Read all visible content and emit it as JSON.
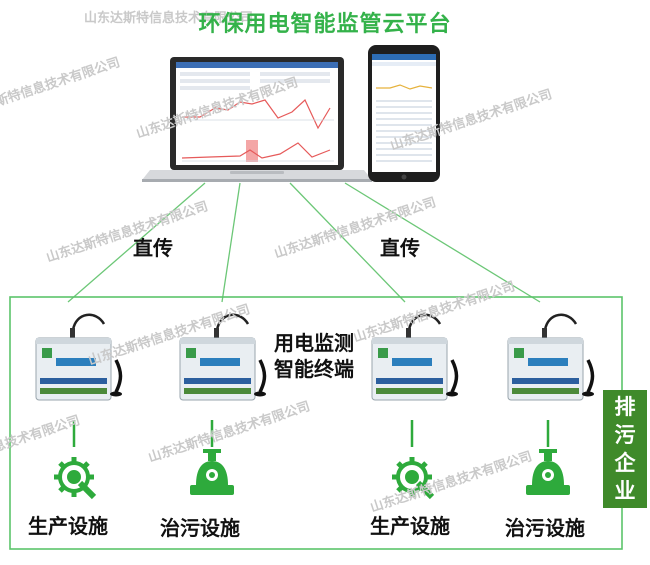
{
  "title": "环保用电智能监管云平台",
  "direct_left": "直传",
  "direct_right": "直传",
  "terminal_line1": "用电监测",
  "terminal_line2": "智能终端",
  "enterprise_chars": [
    "排",
    "污",
    "企",
    "业"
  ],
  "facilities": [
    {
      "label": "生产设施",
      "icon": "gear-wrench-icon"
    },
    {
      "label": "治污设施",
      "icon": "pollution-control-icon"
    },
    {
      "label": "生产设施",
      "icon": "gear-wrench-icon"
    },
    {
      "label": "治污设施",
      "icon": "pollution-control-icon"
    }
  ],
  "watermark": "山东达斯特信息技术有限公司",
  "colors": {
    "green": "#2eaa3c",
    "dark_green": "#3f8a2a",
    "line_green": "#5cc46a"
  }
}
